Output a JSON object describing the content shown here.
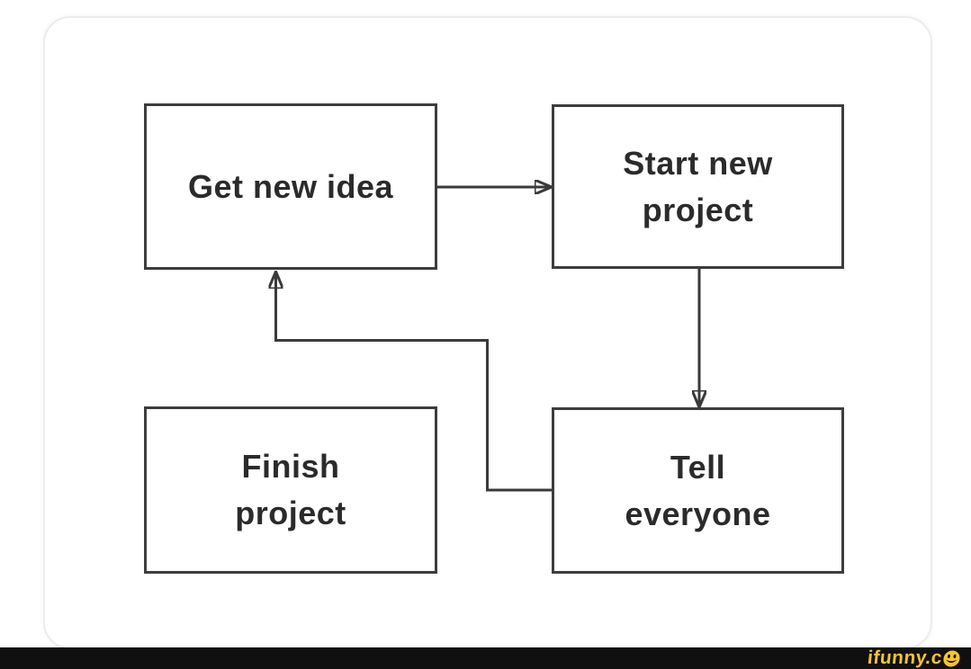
{
  "diagram": {
    "description": "project flowchart meme",
    "nodes": [
      {
        "id": "get-new-idea",
        "label": "Get new idea"
      },
      {
        "id": "start-new-project",
        "label": "Start new\nproject"
      },
      {
        "id": "finish-project",
        "label": "Finish\nproject"
      },
      {
        "id": "tell-everyone",
        "label": "Tell\neveryone"
      }
    ],
    "edges": [
      {
        "from": "get-new-idea",
        "to": "start-new-project"
      },
      {
        "from": "start-new-project",
        "to": "tell-everyone"
      },
      {
        "from": "tell-everyone",
        "to": "get-new-idea"
      }
    ],
    "colors": {
      "box_border": "#3d3d3d",
      "text": "#2b2b2b",
      "arrow": "#3a3a3a",
      "card_border": "#ececec",
      "background": "#ffffff"
    }
  },
  "footer": {
    "watermark": "ifunny.c",
    "smiley_icon": "smiley-icon",
    "colors": {
      "bar": "#101010",
      "text": "#f7c42e"
    }
  }
}
